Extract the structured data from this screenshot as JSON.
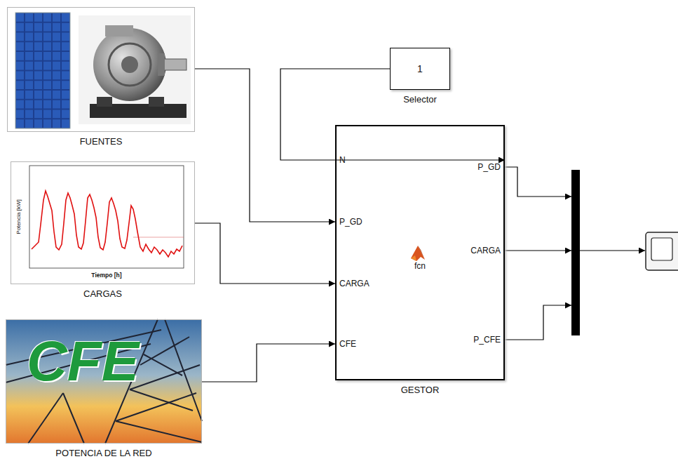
{
  "diagram": {
    "nodes": [
      {
        "text": [
          "FUENTES"
        ]
      },
      {
        "text": [
          "CARGAS"
        ]
      },
      {
        "text": [
          "POTENCIA DE LA RED"
        ]
      },
      {
        "text": [
          "1",
          "Selector"
        ]
      },
      {
        "text": [
          "fcn",
          "GESTOR"
        ]
      }
    ],
    "edges": [
      {
        "from": 3,
        "to": 4,
        "arrow": "to"
      },
      {
        "from": 0,
        "to": 4,
        "arrow": "to"
      },
      {
        "from": 1,
        "to": 4,
        "arrow": "to"
      },
      {
        "from": 2,
        "to": 4,
        "arrow": "to"
      }
    ],
    "labels": [
      "N",
      "P_GD",
      "CARGA",
      "CFE",
      "P_GD",
      "CARGA",
      "P_CFE",
      "Potencia [kW]",
      "Tiempo [h]",
      "CFE"
    ]
  }
}
